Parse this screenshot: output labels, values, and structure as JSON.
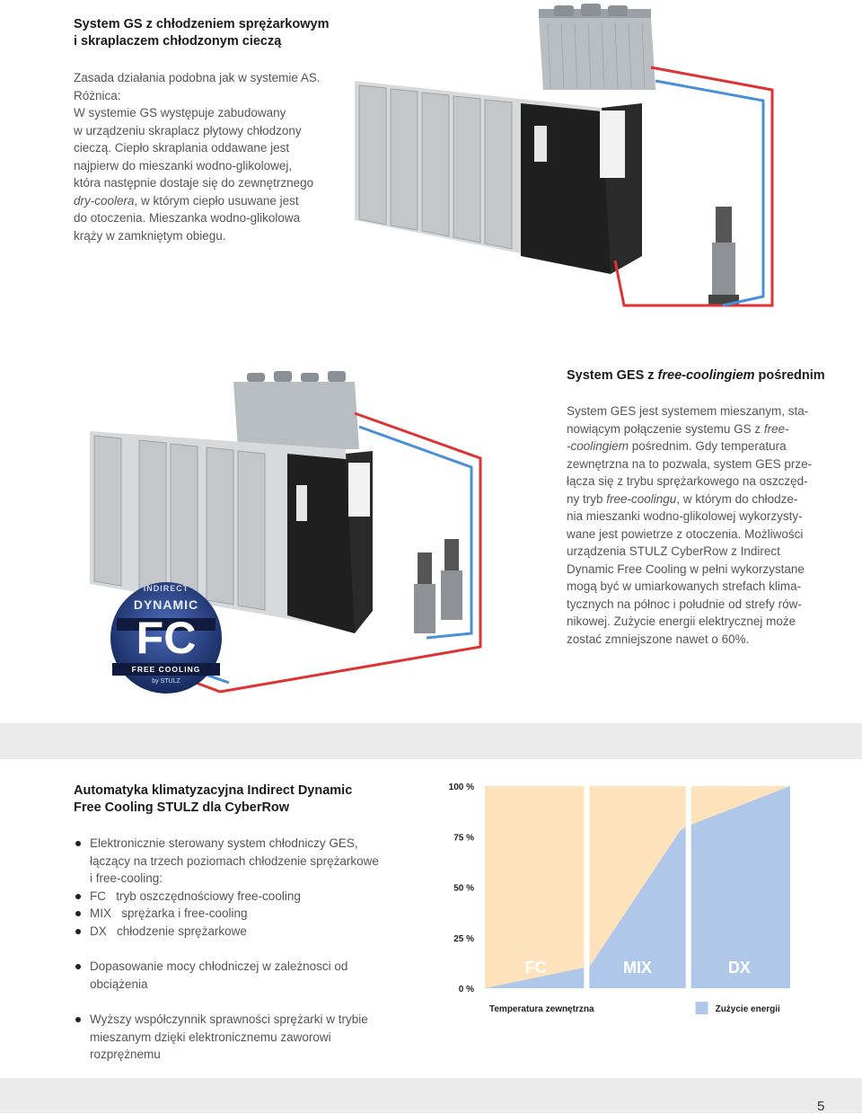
{
  "top": {
    "title_line1": "System GS z chłodzeniem sprężarkowym",
    "title_line2": "i skraplaczem chłodzonym cieczą",
    "lines": [
      {
        "t": "Zasada działania podobna jak w systemie AS."
      },
      {
        "t": "Różnica:"
      },
      {
        "t": "W systemie GS występuje zabudowany"
      },
      {
        "t": "w urządzeniu skraplacz płytowy chłodzony"
      },
      {
        "t": "cieczą. Ciepło skraplania oddawane jest"
      },
      {
        "t": "najpierw do mieszanki wodno-glikolowej,"
      },
      {
        "t": "która następnie dostaje się do zewnętrznego"
      },
      {
        "i": "dry-coolera",
        "t": ", w którym ciepło usuwane jest"
      },
      {
        "t": "do otoczenia. Mieszanka wodno-glikolowa"
      },
      {
        "t": "krąży w zamkniętym obiegu."
      }
    ]
  },
  "middle": {
    "title_pre": "System GES z ",
    "title_italic": "free-coolingiem",
    "title_post": " pośrednim",
    "lines": [
      {
        "t": "System GES jest systemem mieszanym, sta-"
      },
      {
        "t": "nowiącym połączenie systemu GS z ",
        "i": "free-"
      },
      {
        "i": "-coolingiem",
        "t": " pośrednim. Gdy temperatura"
      },
      {
        "t": "zewnętrzna na to pozwala, system GES prze-"
      },
      {
        "t": "łącza się z trybu sprężarkowego na oszczęd-"
      },
      {
        "t": "ny tryb ",
        "i": "free-coolingu",
        "t2": ", w którym do chłodze-"
      },
      {
        "t": "nia mieszanki wodno-glikolowej wykorzysty-"
      },
      {
        "t": "wane jest powietrze z otoczenia. Możliwości"
      },
      {
        "t": "urządzenia STULZ CyberRow z Indirect"
      },
      {
        "t": "Dynamic Free Cooling w pełni wykorzystane"
      },
      {
        "t": "mogą być w umiarkowanych strefach klima-"
      },
      {
        "t": "tycznych na północ i południe od strefy rów-"
      },
      {
        "t": "nikowej. Zużycie energii elektrycznej może"
      },
      {
        "t": "zostać zmniejszone nawet o 60%."
      }
    ],
    "badge": {
      "top": "INDIRECT",
      "mid": "DYNAMIC",
      "big": "FC",
      "bottom": "FREE COOLING",
      "by": "by STULZ"
    }
  },
  "bottom": {
    "title_line1": "Automatyka klimatyzacyjna Indirect Dynamic",
    "title_line2": "Free Cooling STULZ dla CyberRow",
    "bullet1": {
      "lines": [
        "Elektronicznie sterowany system chłodniczy GES,",
        "łączący na trzech poziomach chłodzenie sprężarkowe",
        "i free-cooling:"
      ],
      "sub": [
        "FC   tryb oszczędnościowy free-cooling",
        "MIX   sprężarka i free-cooling",
        "DX   chłodzenie sprężarkowe"
      ]
    },
    "bullet2": [
      "Dopasowanie mocy chłodniczej w zależnosci od",
      "obciążenia"
    ],
    "bullet3": [
      "Wyższy współczynnik sprawności sprężarki w trybie",
      "mieszanym dzięki elektronicznemu zaworowi",
      "rozprężnemu"
    ]
  },
  "chart_data": {
    "type": "area",
    "y_tick_labels": [
      "100 %",
      "75 %",
      "50 %",
      "25 %",
      "0 %"
    ],
    "ylim": [
      0,
      100
    ],
    "zones": [
      "FC",
      "MIX",
      "DX"
    ],
    "series": [
      {
        "name": "Zużycie energii",
        "x": [
          0,
          0.32,
          0.34,
          0.64,
          0.66,
          1.0
        ],
        "values": [
          0,
          10,
          10,
          78,
          80,
          100
        ]
      }
    ],
    "xlabel": "Temperatura zewnętrzna",
    "legend_label": "Zużycie energii",
    "colors": {
      "background": "#fde2bc",
      "area": "#afc8ea",
      "zone_label": "#ffffff"
    },
    "legend_position": "bottom-right"
  },
  "page_number": "5"
}
